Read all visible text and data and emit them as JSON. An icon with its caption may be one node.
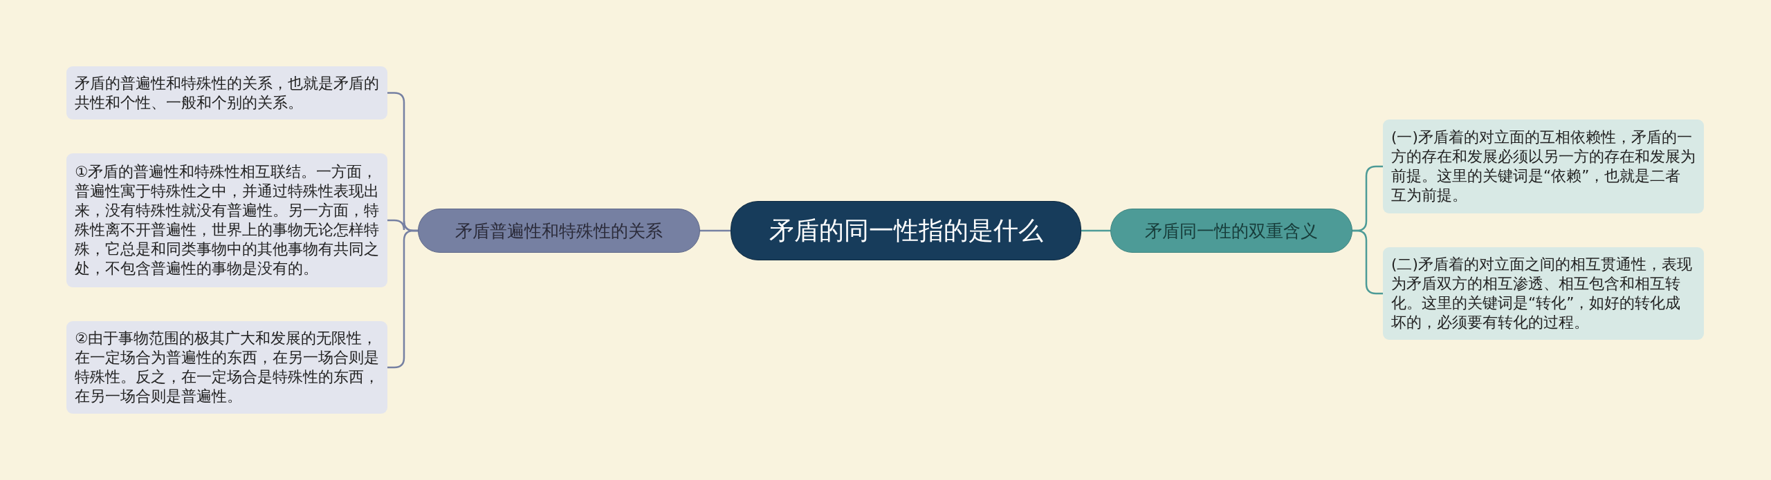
{
  "diagram": {
    "nodes": [
      {
        "text": [
          "矛盾的同一性指的是什么"
        ]
      },
      {
        "text": [
          "矛盾普遍性和特殊性的关系"
        ]
      },
      {
        "text": [
          "矛盾的普遍性和特殊性的关系，也就是矛盾的共性和个性、一般和个别的关系。"
        ]
      },
      {
        "text": [
          "①矛盾的普遍性和特殊性相互联结。一方面，普遍性寓于特殊性之中，并通过特殊性表现出来，没有特殊性就没有普遍性。另一方面，特殊性离不开普遍性，世界上的事物无论怎样特殊，它总是和同类事物中的其他事物有共同之处，不包含普遍性的事物是没有的。"
        ]
      },
      {
        "text": [
          "②由于事物范围的极其广大和发展的无限性，在一定场合为普遍性的东西，在另一场合则是特殊性。反之，在一定场合是特殊性的东西，在另一场合则是普遍性。"
        ]
      },
      {
        "text": [
          "矛盾同一性的双重含义"
        ]
      },
      {
        "text": [
          "(一)矛盾着的对立面的互相依赖性，矛盾的一方的存在和发展必须以另一方的存在和发展为前提。这里的关键词是“依赖”，也就是二者互为前提。"
        ]
      },
      {
        "text": [
          "(二)矛盾着的对立面之间的相互贯通性，表现为矛盾双方的相互渗透、相互包含和相互转化。这里的关键词是“转化”，如好的转化成坏的，必须要有转化的过程。"
        ]
      }
    ],
    "edges": [
      {
        "from": 0,
        "to": 1,
        "arrow": "none"
      },
      {
        "from": 1,
        "to": 2,
        "arrow": "none"
      },
      {
        "from": 1,
        "to": 3,
        "arrow": "none"
      },
      {
        "from": 1,
        "to": 4,
        "arrow": "none"
      },
      {
        "from": 0,
        "to": 5,
        "arrow": "none"
      },
      {
        "from": 5,
        "to": 6,
        "arrow": "none"
      },
      {
        "from": 5,
        "to": 7,
        "arrow": "none"
      }
    ]
  }
}
